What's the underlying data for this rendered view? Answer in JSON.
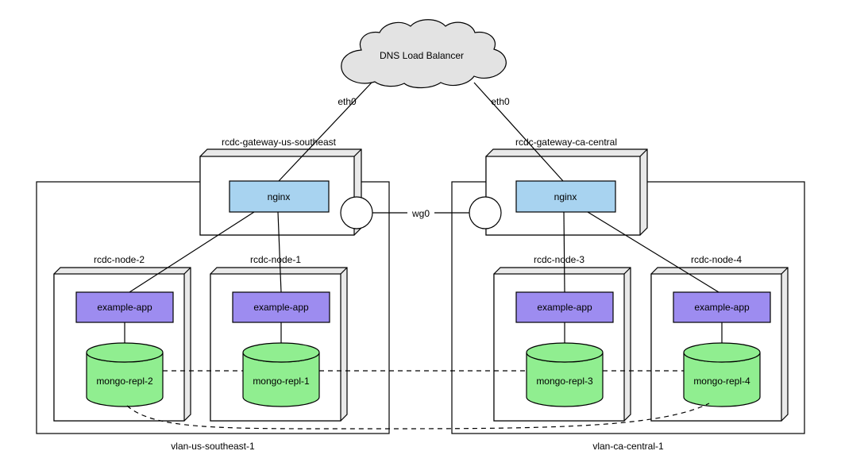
{
  "diagram": {
    "cloud": {
      "label": "DNS Load Balancer"
    },
    "edges": {
      "eth0_left": "eth0",
      "eth0_right": "eth0",
      "wg0": "wg0"
    },
    "gateways": [
      {
        "label": "rcdc-gateway-us-southeast",
        "service": "nginx"
      },
      {
        "label": "rcdc-gateway-ca-central",
        "service": "nginx"
      }
    ],
    "vlans": [
      {
        "label": "vlan-us-southeast-1"
      },
      {
        "label": "vlan-ca-central-1"
      }
    ],
    "nodes": [
      {
        "label": "rcdc-node-2",
        "app": "example-app",
        "db": "mongo-repl-2"
      },
      {
        "label": "rcdc-node-1",
        "app": "example-app",
        "db": "mongo-repl-1"
      },
      {
        "label": "rcdc-node-3",
        "app": "example-app",
        "db": "mongo-repl-3"
      },
      {
        "label": "rcdc-node-4",
        "app": "example-app",
        "db": "mongo-repl-4"
      }
    ],
    "colors": {
      "nginx_fill": "#a8d3f0",
      "app_fill": "#9d8cf0",
      "db_fill": "#90ee90",
      "cloud_fill": "#e3e3e3",
      "cube_side_fill": "#e9e9e9",
      "face_fill": "#ffffff",
      "stroke": "#000000"
    }
  }
}
